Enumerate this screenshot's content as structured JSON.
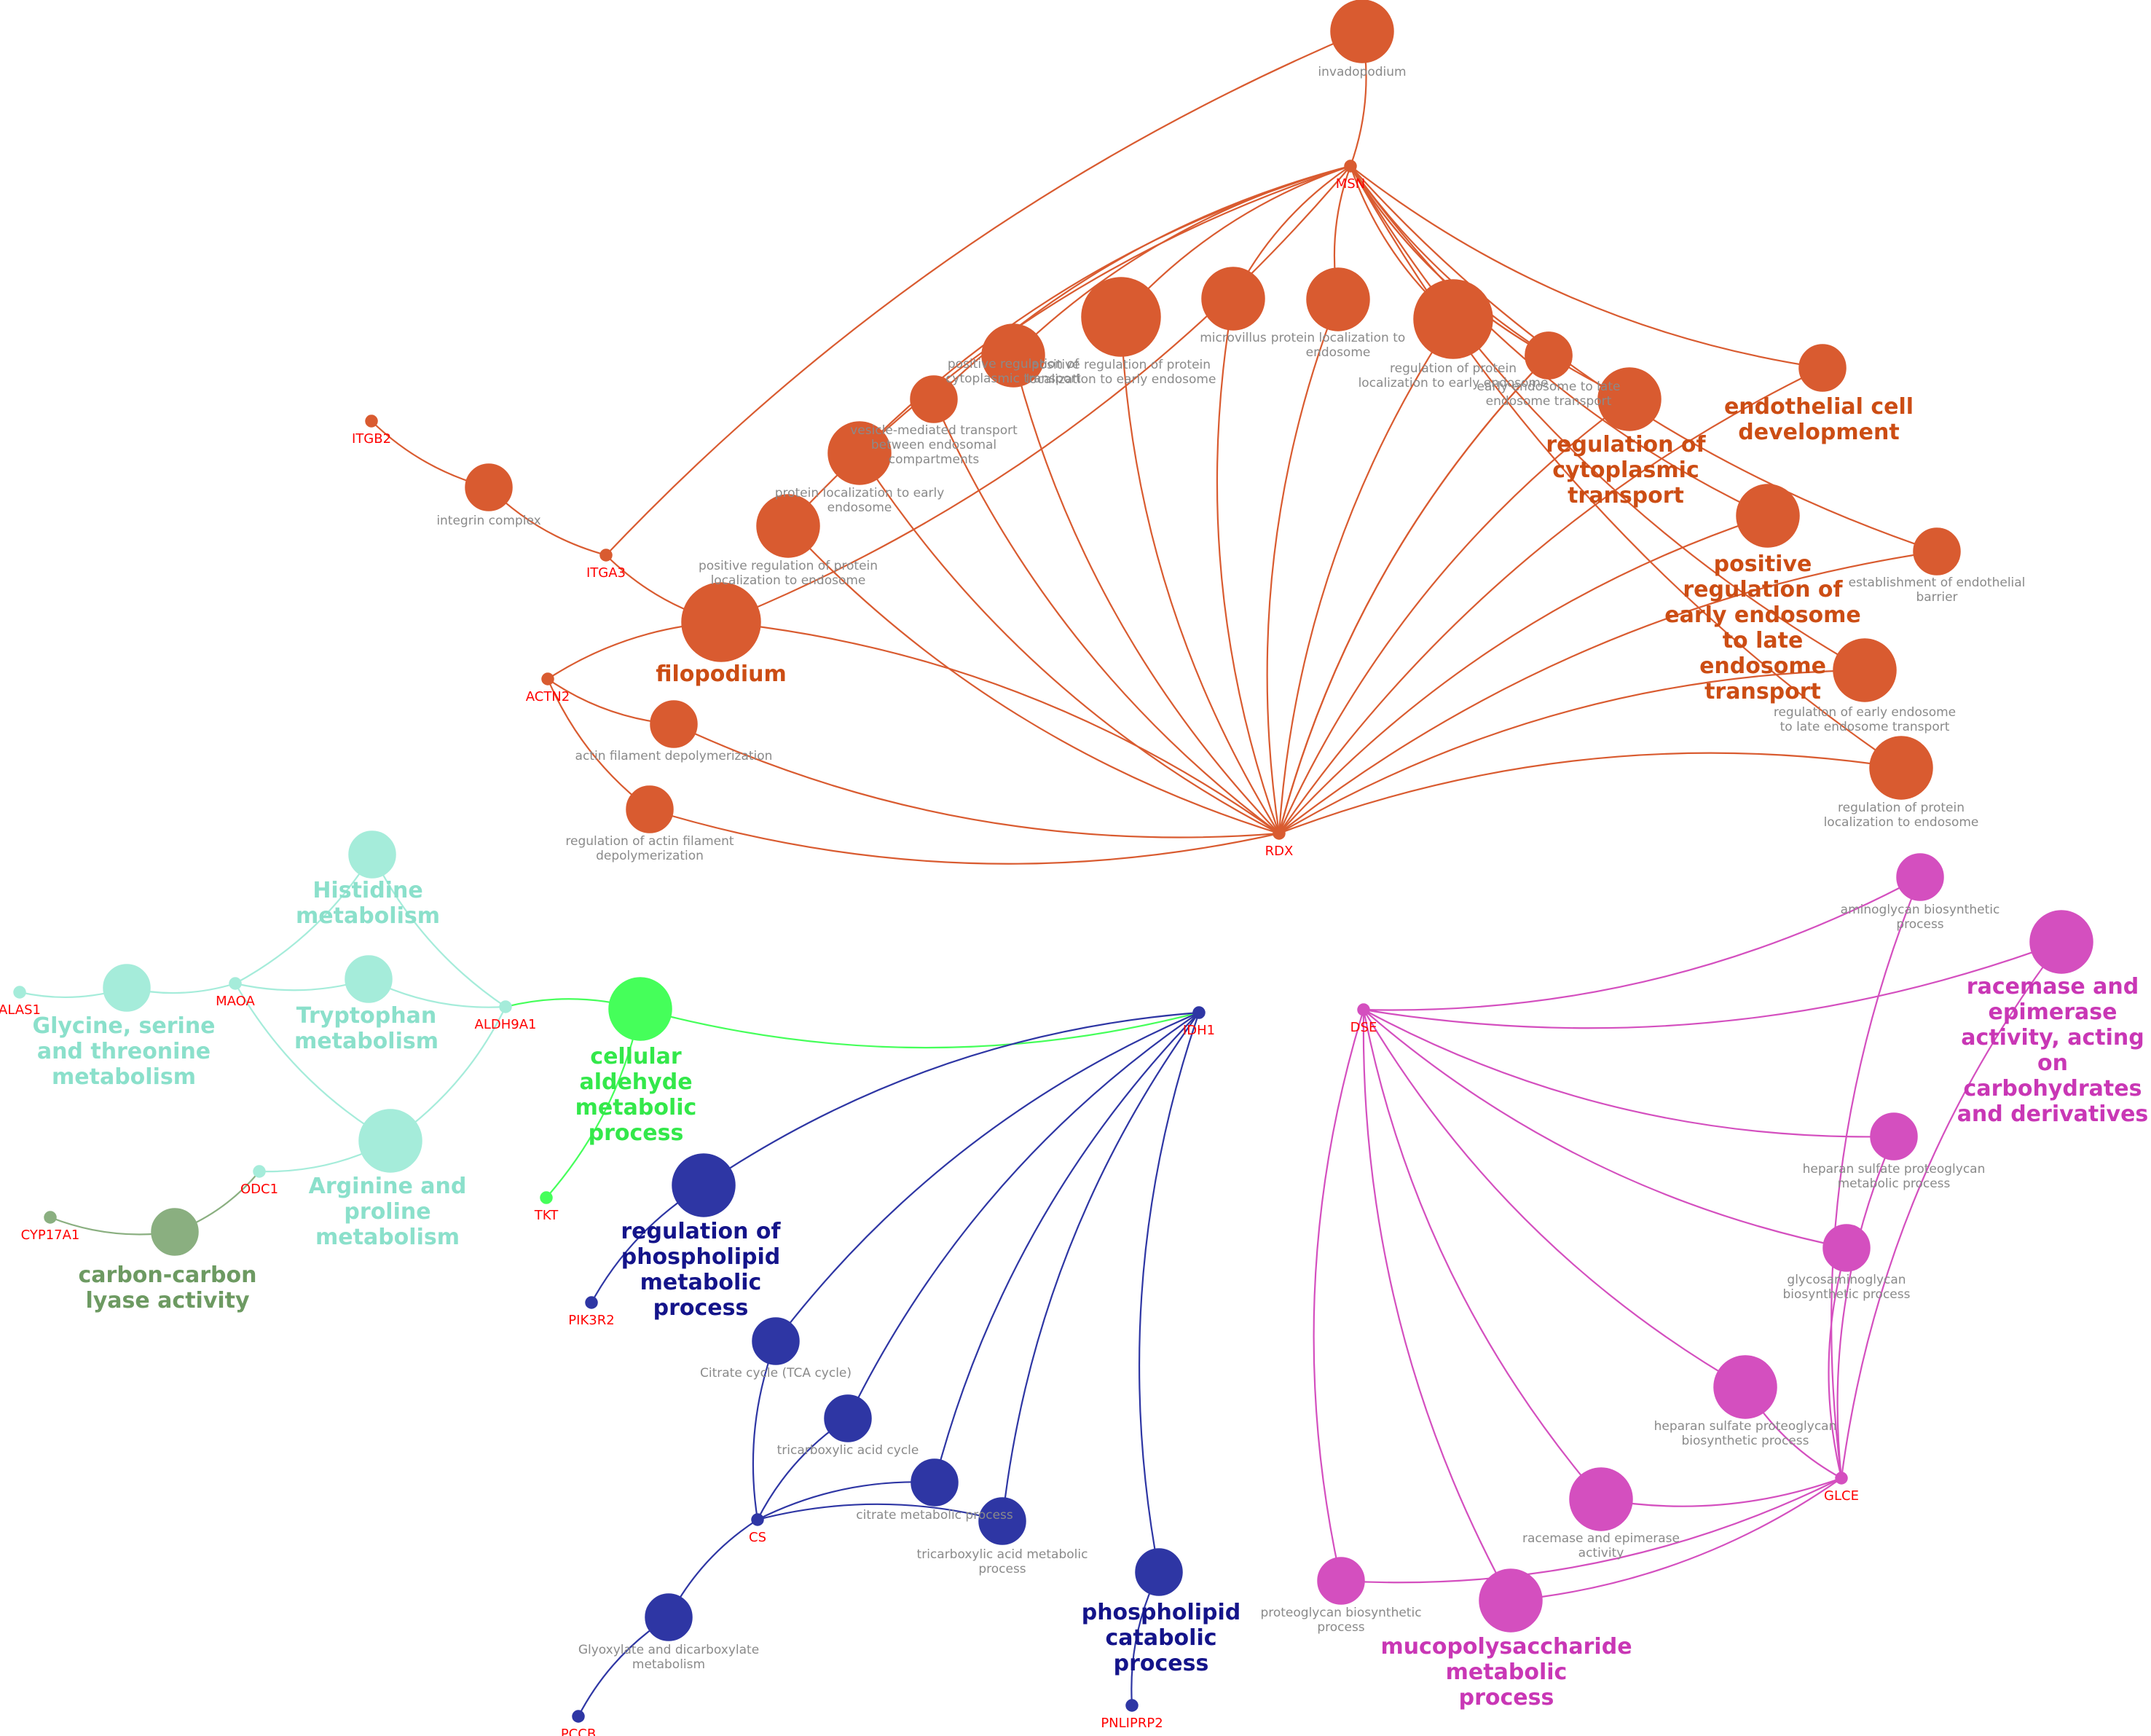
{
  "colors": {
    "orange": "#d95b30",
    "orange_label": "#cc4d14",
    "teal": "#a5ecda",
    "teal_label": "#8be0cb",
    "green": "#45ff5a",
    "green_label": "#33e84a",
    "olive": "#8aaf80",
    "olive_label": "#6d9a62",
    "blue": "#2e36a4",
    "blue_label": "#14148a",
    "magenta": "#d44fbf",
    "magenta_label": "#c937b5",
    "gene_text": "#ff0000",
    "term_text": "#8a8a8a"
  },
  "genes": [
    {
      "id": "MSN",
      "label": "MSN",
      "color": "#d95b30"
    },
    {
      "id": "RDX",
      "label": "RDX",
      "color": "#d95b30"
    },
    {
      "id": "ITGB2",
      "label": "ITGB2",
      "color": "#d95b30"
    },
    {
      "id": "ITGA3",
      "label": "ITGA3",
      "color": "#d95b30"
    },
    {
      "id": "ACTN2",
      "label": "ACTN2",
      "color": "#d95b30"
    },
    {
      "id": "ALAS1",
      "label": "ALAS1",
      "color": "#a5ecda"
    },
    {
      "id": "MAOA",
      "label": "MAOA",
      "color": "#a5ecda"
    },
    {
      "id": "ALDH9A1",
      "label": "ALDH9A1",
      "color": "#a5ecda"
    },
    {
      "id": "ODC1",
      "label": "ODC1",
      "color": "#a5ecda"
    },
    {
      "id": "CYP17A1",
      "label": "CYP17A1",
      "color": "#8aaf80"
    },
    {
      "id": "TKT",
      "label": "TKT",
      "color": "#45ff5a"
    },
    {
      "id": "IDH1",
      "label": "IDH1",
      "color": "#2e36a4"
    },
    {
      "id": "PIK3R2",
      "label": "PIK3R2",
      "color": "#2e36a4"
    },
    {
      "id": "CS",
      "label": "CS",
      "color": "#2e36a4"
    },
    {
      "id": "PCCB",
      "label": "PCCB",
      "color": "#2e36a4"
    },
    {
      "id": "PNLIPRP2",
      "label": "PNLIPRP2",
      "color": "#2e36a4"
    },
    {
      "id": "DSE",
      "label": "DSE",
      "color": "#d44fbf"
    },
    {
      "id": "GLCE",
      "label": "GLCE",
      "color": "#d44fbf"
    }
  ],
  "terms": [
    {
      "id": "t_invadopodium",
      "lines": [
        "invadopodium"
      ],
      "color": "#d95b30"
    },
    {
      "id": "t_integrin",
      "lines": [
        "integrin complex"
      ],
      "color": "#d95b30"
    },
    {
      "id": "t_filopodium",
      "lines": [],
      "color": "#d95b30"
    },
    {
      "id": "t_actin_depol",
      "lines": [
        "actin filament depolymerization"
      ],
      "color": "#d95b30"
    },
    {
      "id": "t_reg_actin_depol",
      "lines": [
        "regulation of actin filament",
        "depolymerization"
      ],
      "color": "#d95b30"
    },
    {
      "id": "t_pos_reg_prot_loc_endo",
      "lines": [
        "positive regulation of protein",
        "localization to endosome"
      ],
      "color": "#d95b30"
    },
    {
      "id": "t_prot_loc_early",
      "lines": [
        "protein localization to early",
        "endosome"
      ],
      "color": "#d95b30"
    },
    {
      "id": "t_vesicle",
      "lines": [
        "vesicle-mediated transport",
        "between endosomal",
        "compartments"
      ],
      "color": "#d95b30"
    },
    {
      "id": "t_pos_reg_cyto",
      "lines": [
        "positive regulation of",
        "cytoplasmic transport"
      ],
      "color": "#d95b30"
    },
    {
      "id": "t_pos_reg_prot_loc_early",
      "lines": [
        "positive regulation of protein",
        "localization to early endosome"
      ],
      "color": "#d95b30"
    },
    {
      "id": "t_large_a",
      "lines": [],
      "color": "#d95b30"
    },
    {
      "id": "t_microvillus",
      "lines": [
        "microvillus"
      ],
      "color": "#d95b30"
    },
    {
      "id": "t_prot_loc_endo",
      "lines": [
        "protein localization to",
        "endosome"
      ],
      "color": "#d95b30"
    },
    {
      "id": "t_reg_prot_loc_early",
      "lines": [
        "regulation of protein",
        "localization to early endosome"
      ],
      "color": "#d95b30"
    },
    {
      "id": "t_early_to_late",
      "lines": [
        "early endosome to late",
        "endosome transport"
      ],
      "color": "#d95b30"
    },
    {
      "id": "t_reg_cyto",
      "lines": [],
      "color": "#d95b30"
    },
    {
      "id": "t_endo_cell_dev",
      "lines": [],
      "color": "#d95b30"
    },
    {
      "id": "t_pos_reg_early_late",
      "lines": [],
      "color": "#d95b30"
    },
    {
      "id": "t_estab_endo_barrier",
      "lines": [
        "establishment of endothelial",
        "barrier"
      ],
      "color": "#d95b30"
    },
    {
      "id": "t_reg_early_late",
      "lines": [
        "regulation of early endosome",
        "to late endosome transport"
      ],
      "color": "#d95b30"
    },
    {
      "id": "t_reg_prot_loc_endo",
      "lines": [
        "regulation of protein",
        "localization to endosome"
      ],
      "color": "#d95b30"
    },
    {
      "id": "t_histidine",
      "lines": [],
      "color": "#a5ecda"
    },
    {
      "id": "t_glycine",
      "lines": [],
      "color": "#a5ecda"
    },
    {
      "id": "t_tryptophan",
      "lines": [],
      "color": "#a5ecda"
    },
    {
      "id": "t_arginine",
      "lines": [],
      "color": "#a5ecda"
    },
    {
      "id": "t_carbon_lyase",
      "lines": [],
      "color": "#8aaf80"
    },
    {
      "id": "t_aldehyde",
      "lines": [],
      "color": "#45ff5a"
    },
    {
      "id": "t_reg_phospholipid",
      "lines": [],
      "color": "#2e36a4"
    },
    {
      "id": "t_tca",
      "lines": [
        "Citrate cycle (TCA cycle)"
      ],
      "color": "#2e36a4"
    },
    {
      "id": "t_tca_cycle",
      "lines": [
        "tricarboxylic acid cycle"
      ],
      "color": "#2e36a4"
    },
    {
      "id": "t_citrate",
      "lines": [
        "citrate metabolic process"
      ],
      "color": "#2e36a4"
    },
    {
      "id": "t_tricarb",
      "lines": [
        "tricarboxylic acid metabolic",
        "process"
      ],
      "color": "#2e36a4"
    },
    {
      "id": "t_glyoxylate",
      "lines": [
        "Glyoxylate and dicarboxylate",
        "metabolism"
      ],
      "color": "#2e36a4"
    },
    {
      "id": "t_phospholipid_cat",
      "lines": [],
      "color": "#2e36a4"
    },
    {
      "id": "t_aminoglycan",
      "lines": [
        "aminoglycan biosynthetic",
        "process"
      ],
      "color": "#d44fbf"
    },
    {
      "id": "t_racemase_carb",
      "lines": [],
      "color": "#d44fbf"
    },
    {
      "id": "t_heparan_met",
      "lines": [
        "heparan sulfate proteoglycan",
        "metabolic process"
      ],
      "color": "#d44fbf"
    },
    {
      "id": "t_gag_bio",
      "lines": [
        "glycosaminoglycan",
        "biosynthetic process"
      ],
      "color": "#d44fbf"
    },
    {
      "id": "t_heparan_bio",
      "lines": [
        "heparan sulfate proteoglycan",
        "biosynthetic process"
      ],
      "color": "#d44fbf"
    },
    {
      "id": "t_racemase",
      "lines": [
        "racemase and epimerase",
        "activity"
      ],
      "color": "#d44fbf"
    },
    {
      "id": "t_proteoglycan",
      "lines": [
        "proteoglycan biosynthetic",
        "process"
      ],
      "color": "#d44fbf"
    },
    {
      "id": "t_mucopoly",
      "lines": [],
      "color": "#d44fbf"
    }
  ],
  "edges": [
    [
      "MSN",
      "t_invadopodium",
      "#d95b30"
    ],
    [
      "ITGA3",
      "t_invadopodium",
      "#d95b30"
    ],
    [
      "ITGB2",
      "t_integrin",
      "#d95b30"
    ],
    [
      "ITGA3",
      "t_integrin",
      "#d95b30"
    ],
    [
      "ITGA3",
      "t_filopodium",
      "#d95b30"
    ],
    [
      "MSN",
      "t_filopodium",
      "#d95b30"
    ],
    [
      "RDX",
      "t_filopodium",
      "#d95b30"
    ],
    [
      "ACTN2",
      "t_filopodium",
      "#d95b30"
    ],
    [
      "ACTN2",
      "t_actin_depol",
      "#d95b30"
    ],
    [
      "RDX",
      "t_actin_depol",
      "#d95b30"
    ],
    [
      "ACTN2",
      "t_reg_actin_depol",
      "#d95b30"
    ],
    [
      "RDX",
      "t_reg_actin_depol",
      "#d95b30"
    ],
    [
      "MSN",
      "t_pos_reg_prot_loc_endo",
      "#d95b30"
    ],
    [
      "RDX",
      "t_pos_reg_prot_loc_endo",
      "#d95b30"
    ],
    [
      "MSN",
      "t_prot_loc_early",
      "#d95b30"
    ],
    [
      "RDX",
      "t_prot_loc_early",
      "#d95b30"
    ],
    [
      "MSN",
      "t_vesicle",
      "#d95b30"
    ],
    [
      "RDX",
      "t_vesicle",
      "#d95b30"
    ],
    [
      "MSN",
      "t_pos_reg_cyto",
      "#d95b30"
    ],
    [
      "RDX",
      "t_pos_reg_cyto",
      "#d95b30"
    ],
    [
      "MSN",
      "t_pos_reg_prot_loc_early",
      "#d95b30"
    ],
    [
      "RDX",
      "t_pos_reg_prot_loc_early",
      "#d95b30"
    ],
    [
      "MSN",
      "t_large_a",
      "#d95b30"
    ],
    [
      "RDX",
      "t_large_a",
      "#d95b30"
    ],
    [
      "MSN",
      "t_microvillus",
      "#d95b30"
    ],
    [
      "RDX",
      "t_microvillus",
      "#d95b30"
    ],
    [
      "MSN",
      "t_prot_loc_endo",
      "#d95b30"
    ],
    [
      "RDX",
      "t_prot_loc_endo",
      "#d95b30"
    ],
    [
      "MSN",
      "t_reg_prot_loc_early",
      "#d95b30"
    ],
    [
      "RDX",
      "t_reg_prot_loc_early",
      "#d95b30"
    ],
    [
      "MSN",
      "t_early_to_late",
      "#d95b30"
    ],
    [
      "RDX",
      "t_early_to_late",
      "#d95b30"
    ],
    [
      "MSN",
      "t_reg_cyto",
      "#d95b30"
    ],
    [
      "RDX",
      "t_reg_cyto",
      "#d95b30"
    ],
    [
      "MSN",
      "t_endo_cell_dev",
      "#d95b30"
    ],
    [
      "RDX",
      "t_endo_cell_dev",
      "#d95b30"
    ],
    [
      "MSN",
      "t_pos_reg_early_late",
      "#d95b30"
    ],
    [
      "RDX",
      "t_pos_reg_early_late",
      "#d95b30"
    ],
    [
      "MSN",
      "t_estab_endo_barrier",
      "#d95b30"
    ],
    [
      "RDX",
      "t_estab_endo_barrier",
      "#d95b30"
    ],
    [
      "MSN",
      "t_reg_early_late",
      "#d95b30"
    ],
    [
      "RDX",
      "t_reg_early_late",
      "#d95b30"
    ],
    [
      "MSN",
      "t_reg_prot_loc_endo",
      "#d95b30"
    ],
    [
      "RDX",
      "t_reg_prot_loc_endo",
      "#d95b30"
    ],
    [
      "MAOA",
      "t_histidine",
      "#a5ecda"
    ],
    [
      "ALDH9A1",
      "t_histidine",
      "#a5ecda"
    ],
    [
      "ALAS1",
      "t_glycine",
      "#a5ecda"
    ],
    [
      "MAOA",
      "t_glycine",
      "#a5ecda"
    ],
    [
      "MAOA",
      "t_tryptophan",
      "#a5ecda"
    ],
    [
      "ALDH9A1",
      "t_tryptophan",
      "#a5ecda"
    ],
    [
      "MAOA",
      "t_arginine",
      "#a5ecda"
    ],
    [
      "ALDH9A1",
      "t_arginine",
      "#a5ecda"
    ],
    [
      "ODC1",
      "t_arginine",
      "#a5ecda"
    ],
    [
      "ODC1",
      "t_carbon_lyase",
      "#8aaf80"
    ],
    [
      "CYP17A1",
      "t_carbon_lyase",
      "#8aaf80"
    ],
    [
      "ALDH9A1",
      "t_aldehyde",
      "#45ff5a"
    ],
    [
      "TKT",
      "t_aldehyde",
      "#45ff5a"
    ],
    [
      "IDH1",
      "t_aldehyde",
      "#45ff5a"
    ],
    [
      "IDH1",
      "t_reg_phospholipid",
      "#2e36a4"
    ],
    [
      "PIK3R2",
      "t_reg_phospholipid",
      "#2e36a4"
    ],
    [
      "IDH1",
      "t_tca",
      "#2e36a4"
    ],
    [
      "CS",
      "t_tca",
      "#2e36a4"
    ],
    [
      "IDH1",
      "t_tca_cycle",
      "#2e36a4"
    ],
    [
      "CS",
      "t_tca_cycle",
      "#2e36a4"
    ],
    [
      "IDH1",
      "t_citrate",
      "#2e36a4"
    ],
    [
      "CS",
      "t_citrate",
      "#2e36a4"
    ],
    [
      "IDH1",
      "t_tricarb",
      "#2e36a4"
    ],
    [
      "CS",
      "t_tricarb",
      "#2e36a4"
    ],
    [
      "CS",
      "t_glyoxylate",
      "#2e36a4"
    ],
    [
      "PCCB",
      "t_glyoxylate",
      "#2e36a4"
    ],
    [
      "IDH1",
      "t_phospholipid_cat",
      "#2e36a4"
    ],
    [
      "PNLIPRP2",
      "t_phospholipid_cat",
      "#2e36a4"
    ],
    [
      "DSE",
      "t_aminoglycan",
      "#d44fbf"
    ],
    [
      "GLCE",
      "t_aminoglycan",
      "#d44fbf"
    ],
    [
      "DSE",
      "t_racemase_carb",
      "#d44fbf"
    ],
    [
      "GLCE",
      "t_racemase_carb",
      "#d44fbf"
    ],
    [
      "DSE",
      "t_heparan_met",
      "#d44fbf"
    ],
    [
      "GLCE",
      "t_heparan_met",
      "#d44fbf"
    ],
    [
      "DSE",
      "t_gag_bio",
      "#d44fbf"
    ],
    [
      "GLCE",
      "t_gag_bio",
      "#d44fbf"
    ],
    [
      "DSE",
      "t_heparan_bio",
      "#d44fbf"
    ],
    [
      "GLCE",
      "t_heparan_bio",
      "#d44fbf"
    ],
    [
      "DSE",
      "t_racemase",
      "#d44fbf"
    ],
    [
      "GLCE",
      "t_racemase",
      "#d44fbf"
    ],
    [
      "DSE",
      "t_proteoglycan",
      "#d44fbf"
    ],
    [
      "GLCE",
      "t_proteoglycan",
      "#d44fbf"
    ],
    [
      "DSE",
      "t_mucopoly",
      "#d44fbf"
    ],
    [
      "GLCE",
      "t_mucopoly",
      "#d44fbf"
    ]
  ],
  "groups": [
    {
      "id": "g_filopodium",
      "lines": [
        "filopodium"
      ],
      "color": "#cc4d14"
    },
    {
      "id": "g_reg_cyto",
      "lines": [
        "regulation of",
        "cytoplasmic",
        "transport"
      ],
      "color": "#cc4d14"
    },
    {
      "id": "g_endo_cell_dev",
      "lines": [
        "endothelial cell",
        "development"
      ],
      "color": "#cc4d14"
    },
    {
      "id": "g_pos_reg_early_late",
      "lines": [
        "positive",
        "regulation of",
        "early endosome",
        "to late",
        "endosome",
        "transport"
      ],
      "color": "#cc4d14"
    },
    {
      "id": "g_histidine",
      "lines": [
        "Histidine",
        "metabolism"
      ],
      "color": "#8be0cb"
    },
    {
      "id": "g_glycine",
      "lines": [
        "Glycine, serine",
        "and threonine",
        "metabolism"
      ],
      "color": "#8be0cb"
    },
    {
      "id": "g_tryptophan",
      "lines": [
        "Tryptophan",
        "metabolism"
      ],
      "color": "#8be0cb"
    },
    {
      "id": "g_arginine",
      "lines": [
        "Arginine and",
        "proline",
        "metabolism"
      ],
      "color": "#8be0cb"
    },
    {
      "id": "g_carbon_lyase",
      "lines": [
        "carbon-carbon",
        "lyase activity"
      ],
      "color": "#6d9a62"
    },
    {
      "id": "g_aldehyde",
      "lines": [
        "cellular",
        "aldehyde",
        "metabolic",
        "process"
      ],
      "color": "#33e84a"
    },
    {
      "id": "g_reg_phospholipid",
      "lines": [
        "regulation of",
        "phospholipid",
        "metabolic",
        "process"
      ],
      "color": "#14148a"
    },
    {
      "id": "g_phospholipid_cat",
      "lines": [
        "phospholipid",
        "catabolic",
        "process"
      ],
      "color": "#14148a"
    },
    {
      "id": "g_racemase_carb",
      "lines": [
        "racemase and",
        "epimerase",
        "activity, acting",
        "on",
        "carbohydrates",
        "and derivatives"
      ],
      "color": "#c937b5"
    },
    {
      "id": "g_mucopoly",
      "lines": [
        "mucopolysaccharide",
        "metabolic",
        "process"
      ],
      "color": "#c937b5"
    }
  ]
}
